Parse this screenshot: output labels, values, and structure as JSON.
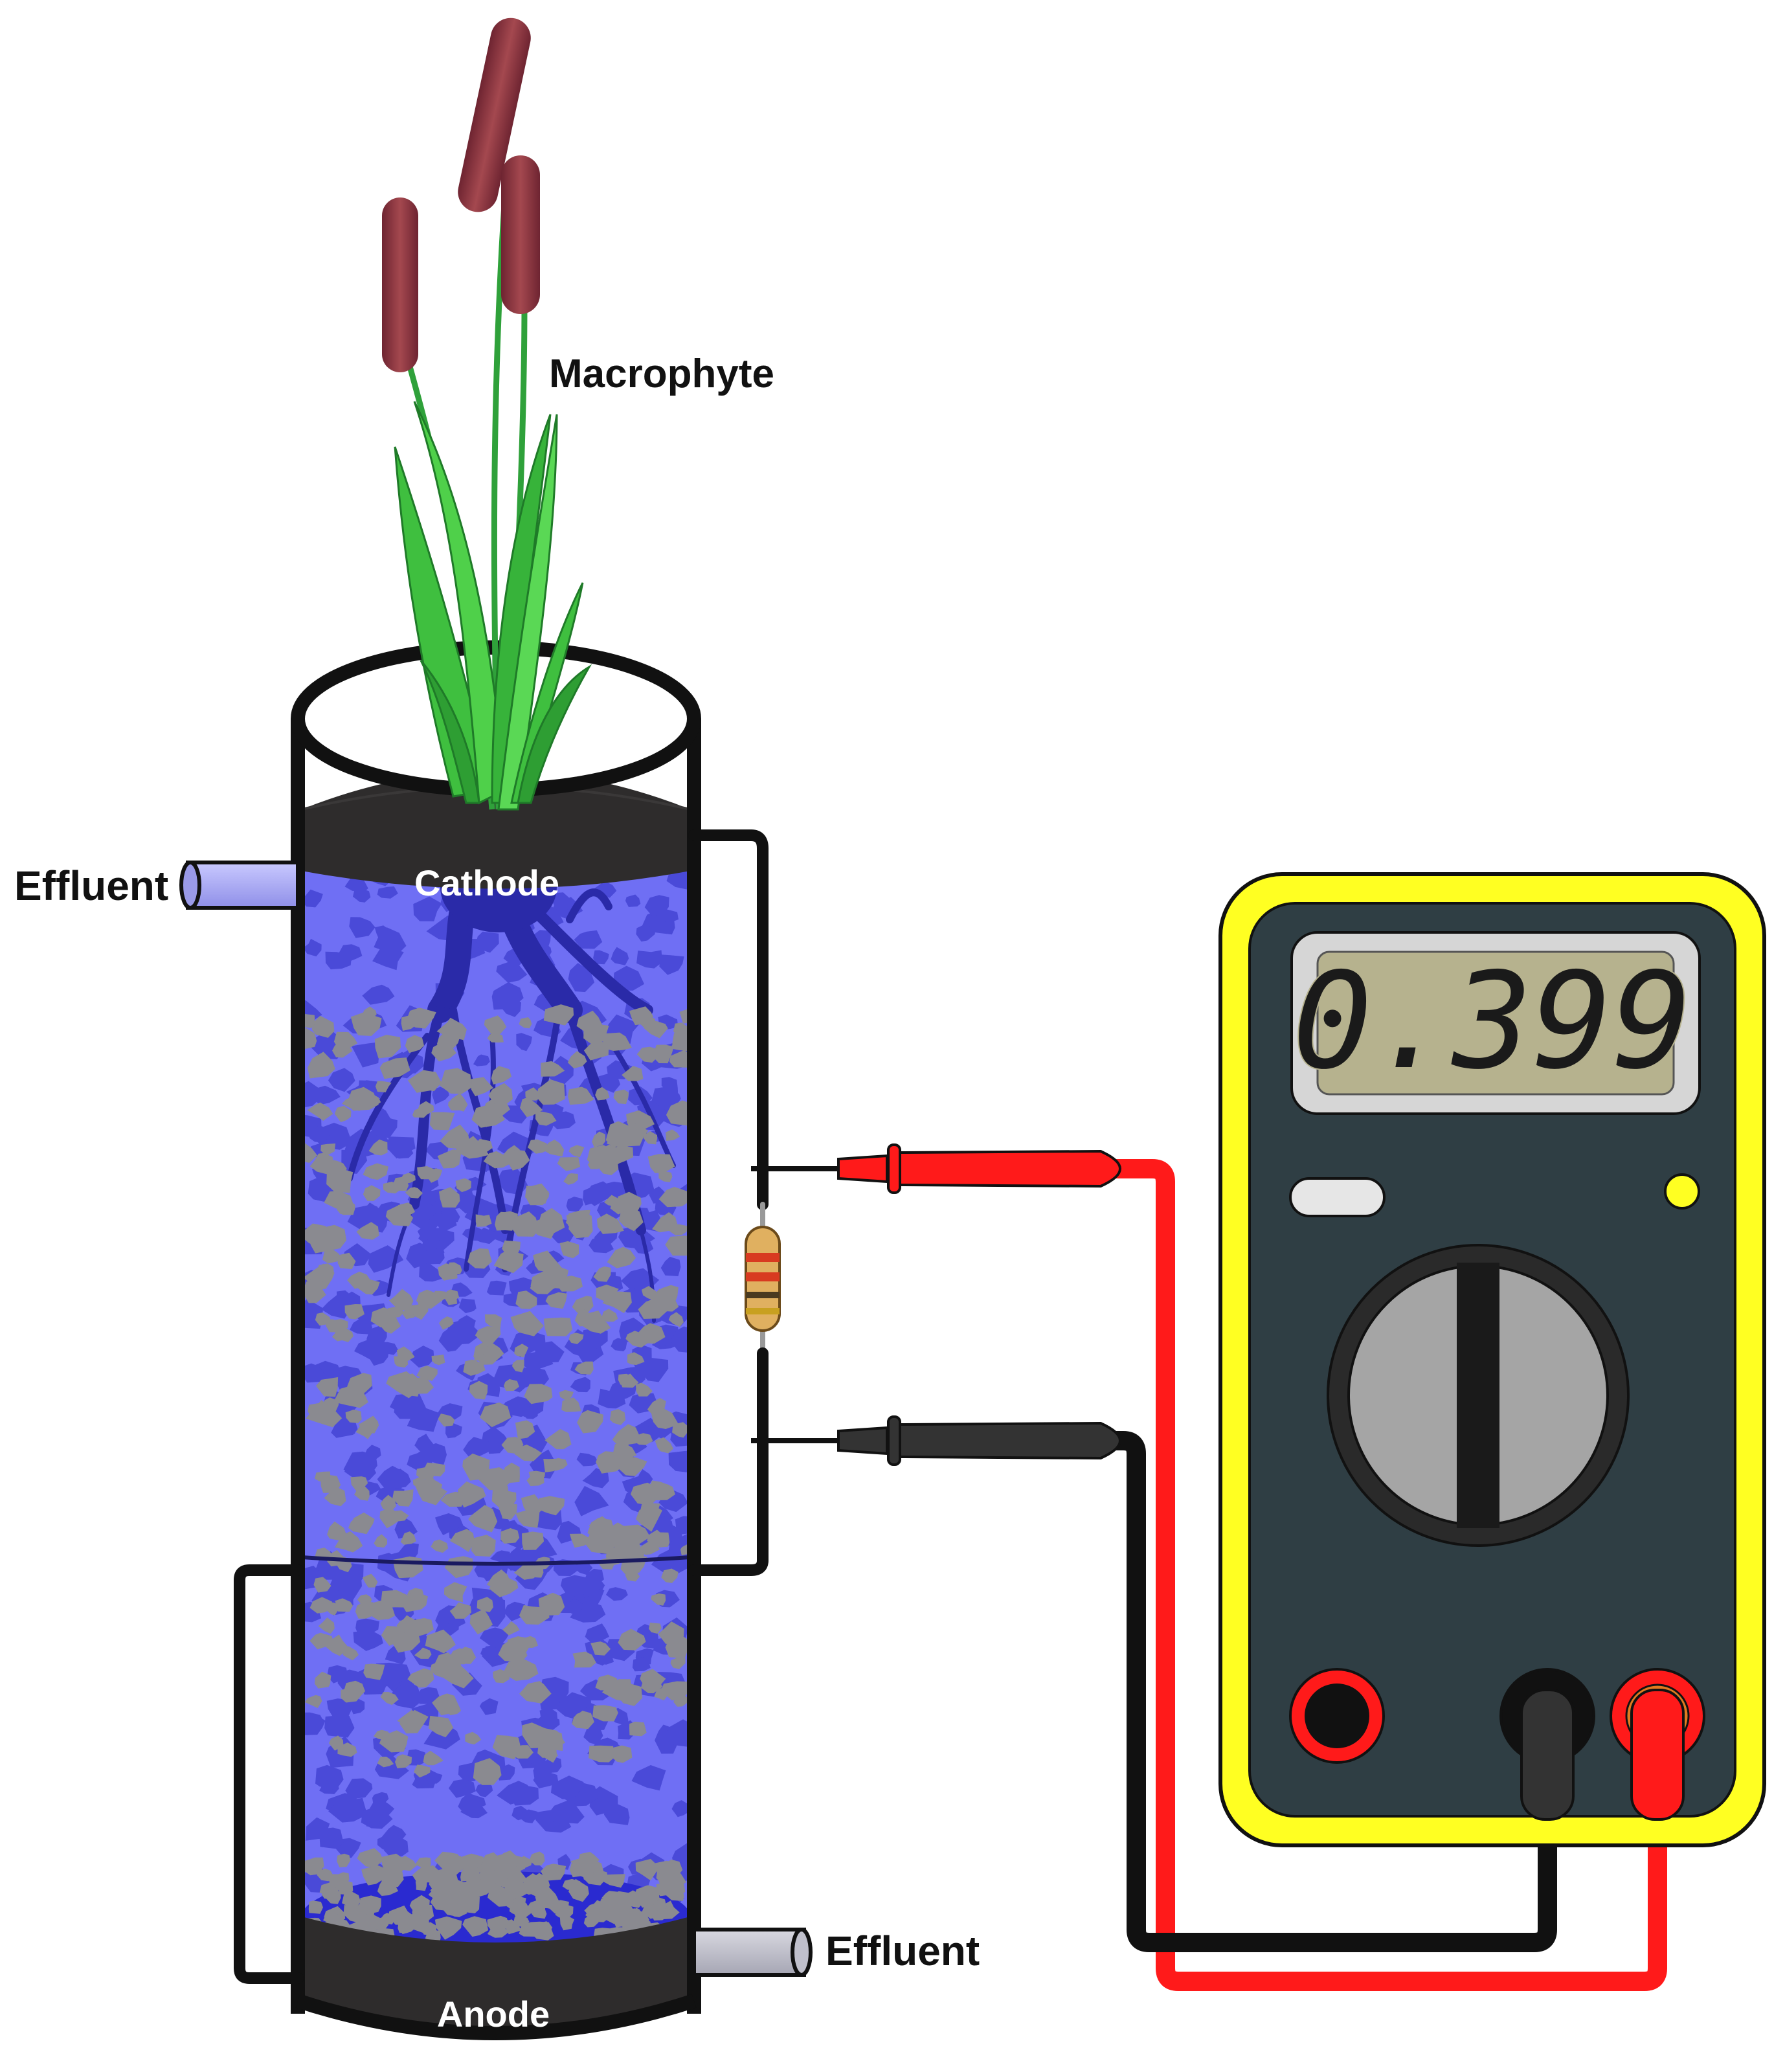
{
  "labels": {
    "macrophyte": "Macrophyte",
    "cathode": "Cathode",
    "anode": "Anode",
    "effluent_top": "Effluent",
    "effluent_bottom": "Effluent"
  },
  "multimeter": {
    "display_value": "0.399"
  },
  "colors": {
    "water": "#6f6ff4",
    "pebble_dark": "#4a4ad8",
    "gravel": "#8a8a90",
    "electrode": "#2e2c2c",
    "wire_red": "#ff1a1a",
    "wire_black": "#111111",
    "meter_body": "#ffff22",
    "meter_face": "#2f3e44",
    "lcd_bg": "#b6b28e",
    "leaf_green": "#3fbf3f",
    "cattail": "#8f3a46"
  }
}
